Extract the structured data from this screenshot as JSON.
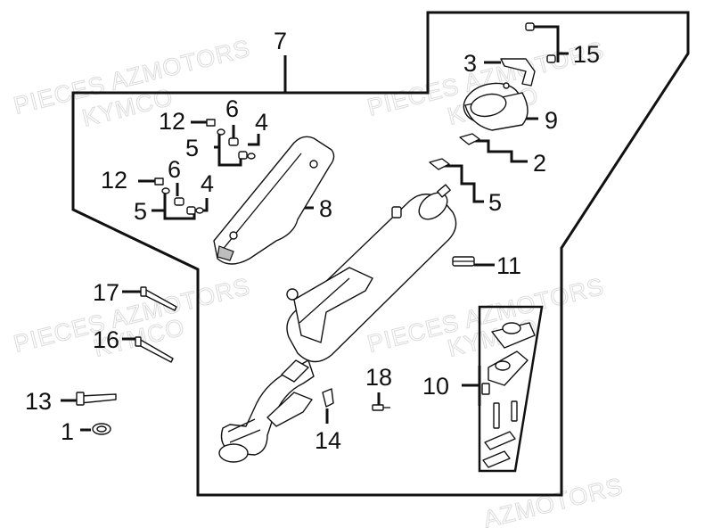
{
  "watermarks": {
    "site": "PIECES AZMOTORS",
    "brand": "KYMCO",
    "site_short": "AZMOTORS"
  },
  "callouts": {
    "c1": "1",
    "c2": "2",
    "c3": "3",
    "c4a": "4",
    "c4b": "4",
    "c5a": "5",
    "c5b": "5",
    "c5c": "5",
    "c6a": "6",
    "c6b": "6",
    "c7": "7",
    "c8": "8",
    "c9": "9",
    "c10": "10",
    "c11": "11",
    "c12a": "12",
    "c12b": "12",
    "c13": "13",
    "c14": "14",
    "c15": "15",
    "c16": "16",
    "c17": "17",
    "c18": "18"
  },
  "colors": {
    "line": "#111111",
    "watermark": "#d9d9d9",
    "background": "#ffffff"
  }
}
